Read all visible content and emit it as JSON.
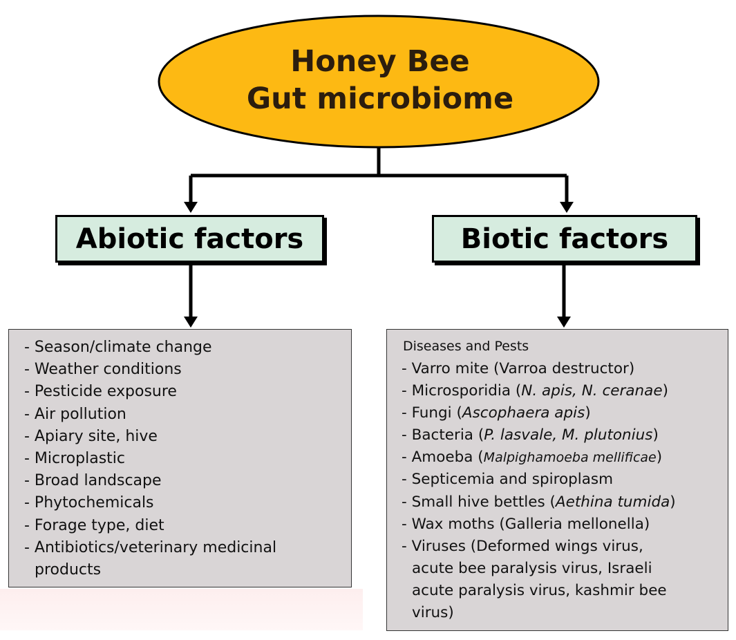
{
  "root": {
    "line1": "Honey Bee",
    "line2": "Gut microbiome"
  },
  "categories": [
    {
      "label": "Abiotic factors"
    },
    {
      "label": "Biotic factors"
    }
  ],
  "abiotic": {
    "items": [
      "- Season/climate change",
      "- Weather conditions",
      "- Pesticide exposure",
      "- Air pollution",
      "- Apiary site, hive",
      "- Microplastic",
      "- Broad landscape",
      "- Phytochemicals",
      "- Forage type, diet",
      "- Antibiotics/veterinary medicinal",
      "products"
    ]
  },
  "biotic": {
    "heading": "Diseases and Pests",
    "items": [
      "- Varro mite (Varroa destructor)",
      "- Microsporidia (",
      "N. apis, N. ceranae",
      ")",
      "- Fungi (",
      "Ascophaera apis",
      ")",
      "- Bacteria (",
      "P. lasvale, M. plutonius",
      ")",
      "- Amoeba (",
      "Malpighamoeba mellificae",
      ")",
      "- Septicemia and spiroplasm",
      "- Small hive bettles (",
      "Aethina tumida",
      ")",
      "- Wax moths (Galleria mellonella)",
      "- Viruses (Deformed wings virus,",
      "acute bee  paralysis virus, Israeli",
      "acute  paralysis virus, kashmir bee",
      "virus)"
    ]
  },
  "colors": {
    "ellipse_fill": "#fdb913",
    "category_fill": "#d6ecdf",
    "list_fill": "#d9d5d6",
    "connector": "#000000"
  }
}
